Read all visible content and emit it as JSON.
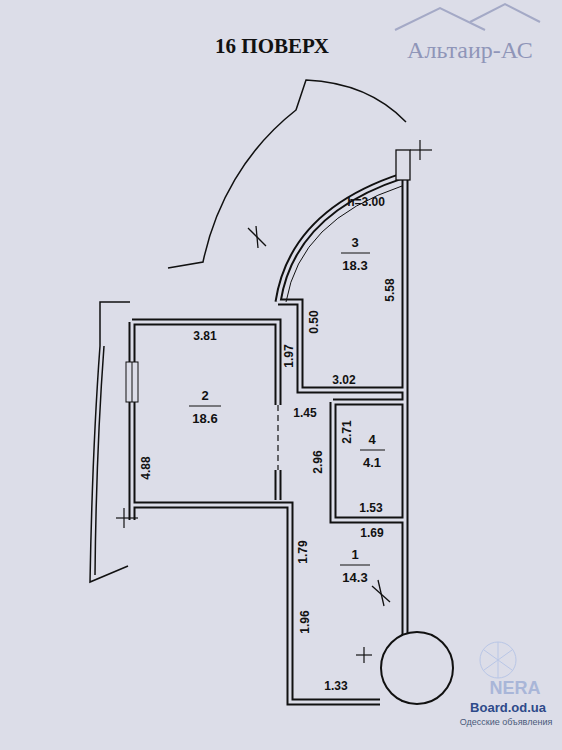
{
  "diagram": {
    "title": "16 ПОВЕРХ",
    "labels": [
      "Альтаир-АС",
      "h=3.00",
      "3",
      "18.3",
      "5.58",
      "0.50",
      "3.81",
      "1.97",
      "3.02",
      "2",
      "18.6",
      "1.45",
      "2.71",
      "4",
      "4.1",
      "2.96",
      "4.88",
      "1.53",
      "1.69",
      "1",
      "14.3",
      "1.79",
      "1.96",
      "1.33",
      "NERA",
      "Board.od.ua",
      "Одесские объявления"
    ]
  }
}
